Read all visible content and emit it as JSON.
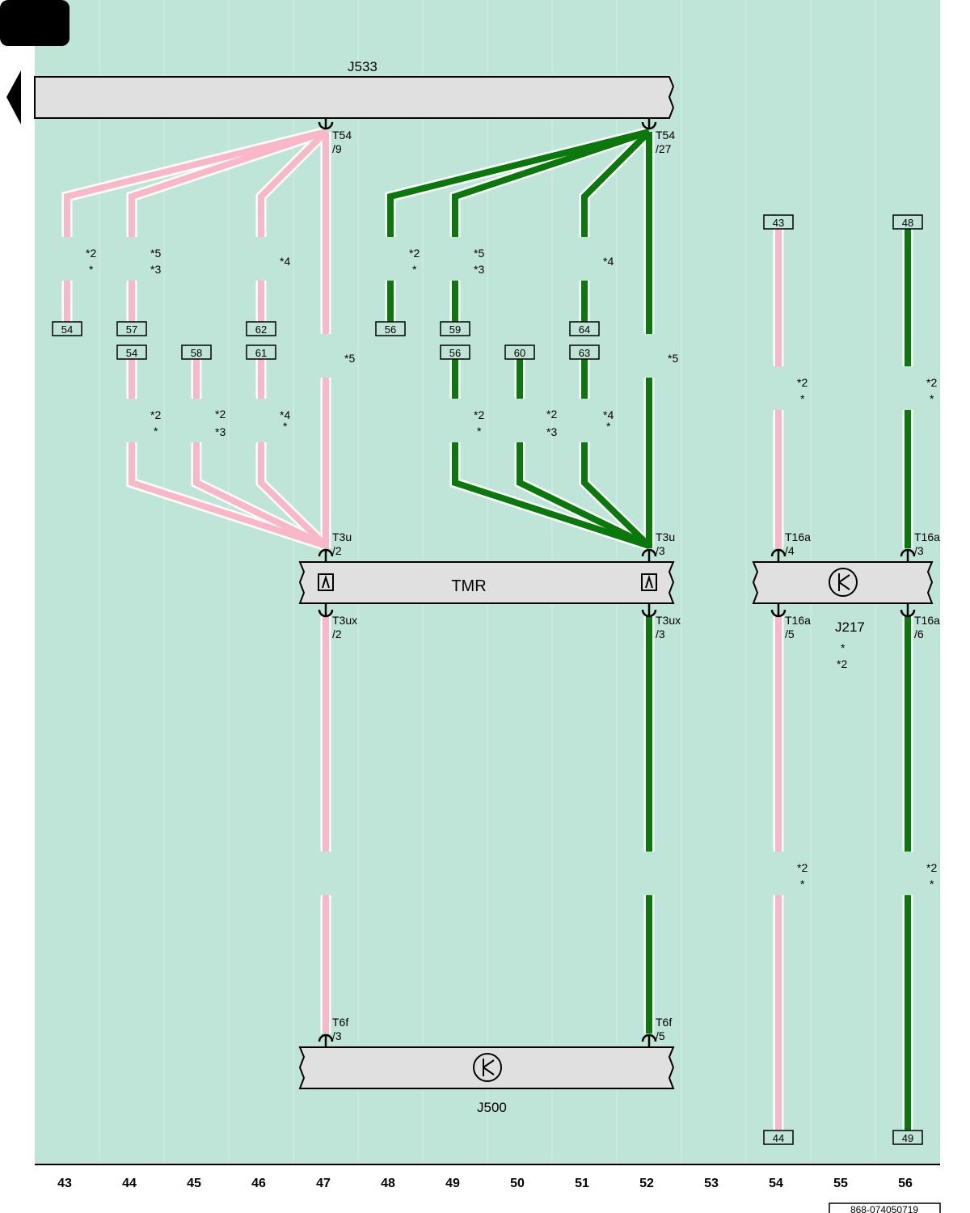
{
  "colors": {
    "background": "#bfe4d8",
    "grid_line": "#cfeee4",
    "wire_pink": "#f8b8c8",
    "wire_green": "#0a780a",
    "wire_outline": "#ffffff",
    "component_fill": "#e0e0e0",
    "ink": "#000000"
  },
  "components": {
    "j533": "J533",
    "tmr": "TMR",
    "j217": "J217",
    "j500": "J500"
  },
  "connectors": {
    "t54_9": [
      "T54",
      "/9"
    ],
    "t54_27": [
      "T54",
      "/27"
    ],
    "t3u_2": [
      "T3u",
      "/2"
    ],
    "t3u_3": [
      "T3u",
      "/3"
    ],
    "t3ux_2": [
      "T3ux",
      "/2"
    ],
    "t3ux_3": [
      "T3ux",
      "/3"
    ],
    "t16a_4": [
      "T16a",
      "/4"
    ],
    "t16a_3": [
      "T16a",
      "/3"
    ],
    "t16a_5": [
      "T16a",
      "/5"
    ],
    "t16a_6": [
      "T16a",
      "/6"
    ],
    "t6f_3": [
      "T6f",
      "/3"
    ],
    "t6f_5": [
      "T6f",
      "/5"
    ]
  },
  "ref_boxes": {
    "pink_top": [
      "54",
      "57",
      "62"
    ],
    "green_top": [
      "56",
      "59",
      "64"
    ],
    "pink_bottom": [
      "54",
      "58",
      "61"
    ],
    "green_bottom": [
      "56",
      "60",
      "63"
    ],
    "j217_in": [
      "43",
      "48"
    ],
    "j217_out": [
      "44",
      "49"
    ]
  },
  "footnotes": {
    "star": "*",
    "s2": "*2",
    "s3": "*3",
    "s4": "*4",
    "s5": "*5"
  },
  "columns": [
    "43",
    "44",
    "45",
    "46",
    "47",
    "48",
    "49",
    "50",
    "51",
    "52",
    "53",
    "54",
    "55",
    "56"
  ],
  "doc_code": "868-074050719"
}
